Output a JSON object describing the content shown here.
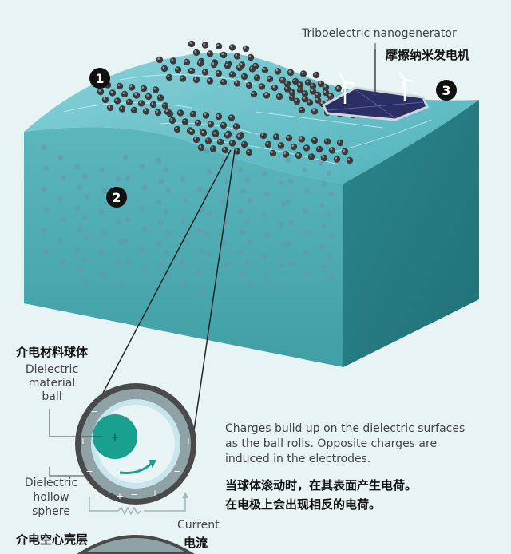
{
  "markers": [
    "1",
    "2",
    "3"
  ],
  "labels": {
    "teng_en": "Triboelectric nanogenerator",
    "teng_cn": "摩擦纳米发电机",
    "ball_cn": "介电材料球体",
    "ball_en_1": "Dielectric",
    "ball_en_2": "material",
    "ball_en_3": "ball",
    "sphere_en_1": "Dielectric",
    "sphere_en_2": "hollow",
    "sphere_en_3": "sphere",
    "sphere_cn": "介电空心壳层",
    "current_en": "Current",
    "current_cn": "电流"
  },
  "description": {
    "en_1": "Charges build up on the dielectric surfaces",
    "en_2": "as the ball rolls. Opposite charges are",
    "en_3": "induced in the electrodes.",
    "cn_1": "当球体滚动时，在其表面产生电荷。",
    "cn_2": "在电极上会出现相反的电荷。"
  },
  "colors": {
    "ocean_front": "#4aa8ae",
    "ocean_side": "#2f8d94",
    "ocean_top": "#6cc3cc",
    "ball": "#1aa08e",
    "shell": "#8fa3a7"
  }
}
